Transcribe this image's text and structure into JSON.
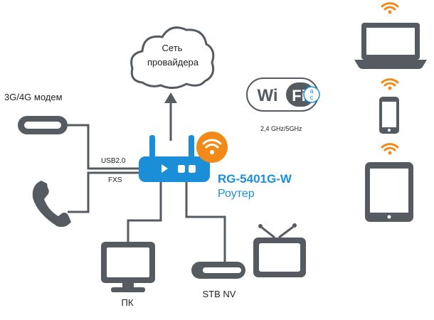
{
  "cloud": {
    "line1": "Сеть",
    "line2": "провайдера"
  },
  "modem": {
    "label": "3G/4G модем"
  },
  "router": {
    "model": "RG-5401G-W",
    "role": "Роутер"
  },
  "ports": {
    "usb": "USB2.0",
    "fxs": "FXS"
  },
  "wifi": {
    "logo_wi": "Wi",
    "logo_fi": "Fi",
    "standard_a": "a",
    "standard_c": "c",
    "bands": "2,4 GHz/5GHz"
  },
  "devices": {
    "pc": "ПК",
    "stb": "STB NV"
  },
  "colors": {
    "accent_blue": "#1a8fd8",
    "wifi_orange": "#f28a1a",
    "device_gray": "#555b60"
  },
  "icons": [
    "cloud-icon",
    "modem-icon",
    "phone-icon",
    "router-icon",
    "wifi-icon",
    "monitor-icon",
    "stb-icon",
    "tv-icon",
    "laptop-icon",
    "smartphone-icon",
    "tablet-icon",
    "wifi-ac-logo"
  ]
}
